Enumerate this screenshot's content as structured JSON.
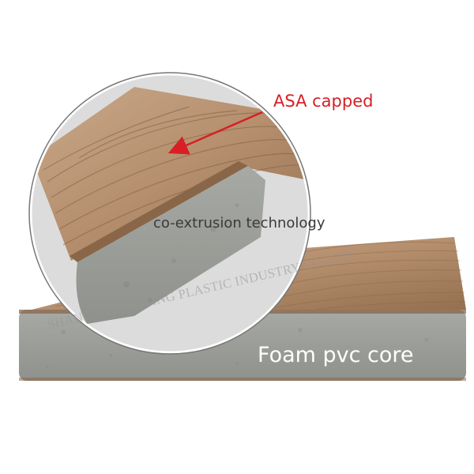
{
  "image": {
    "callout": "ASA capped",
    "process": "co-extrusion technology",
    "core": "Foam pvc core",
    "watermark": "SHANGHAI HAIXING PLASTIC INDUSTRY CO.,LTD"
  },
  "colors": {
    "cap_wood": "#b58f6e",
    "cap_wood_dark": "#8a6649",
    "core_gray": "#9a9c97",
    "callout_red": "#d81f26",
    "caption_dark": "#3a3a3a",
    "core_label_white": "#ffffff"
  },
  "icons": [
    "callout-arrow-icon",
    "magnifier-circle-icon"
  ]
}
